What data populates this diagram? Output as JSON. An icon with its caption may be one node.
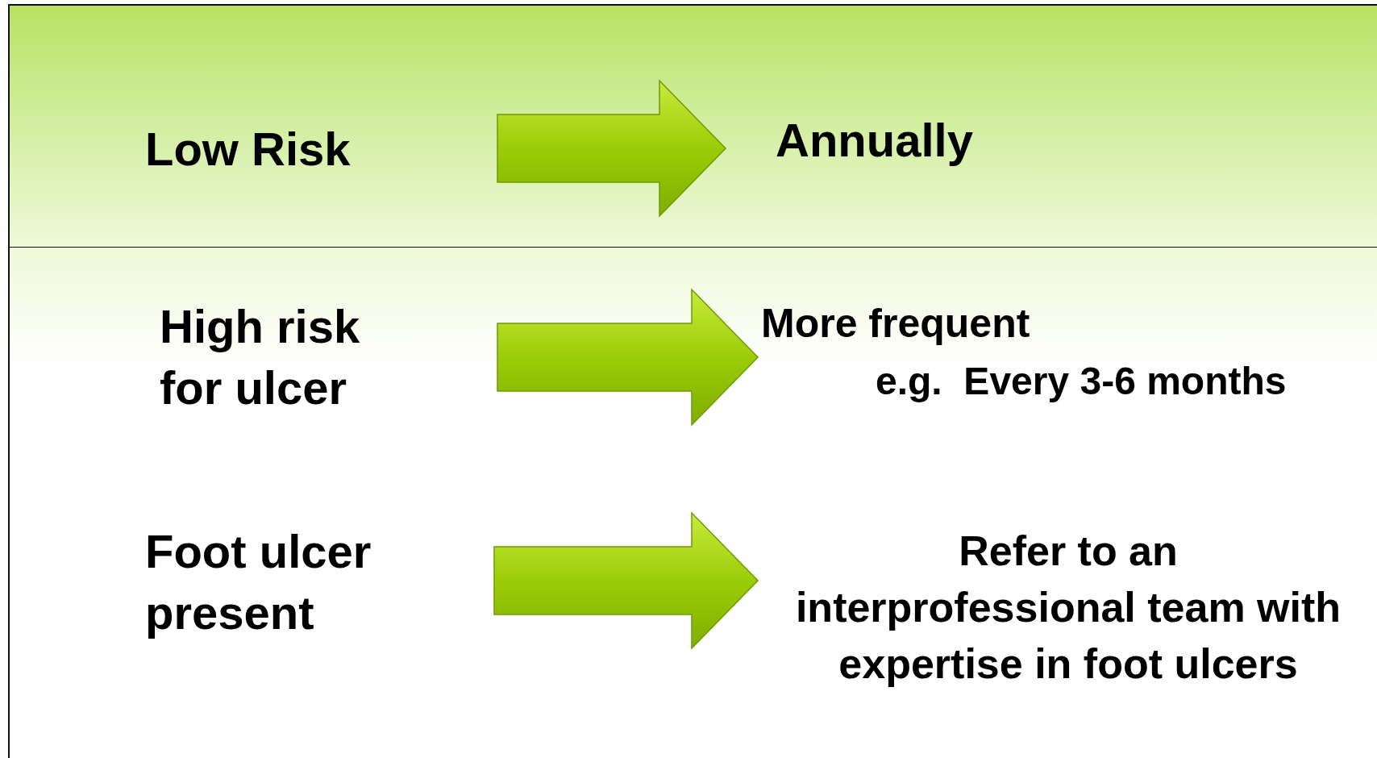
{
  "diagram": {
    "nodes": [
      {
        "text": [
          "Low Risk"
        ]
      },
      {
        "text": [
          "Annually"
        ]
      },
      {
        "text": [
          "High risk for ulcer"
        ]
      },
      {
        "text": [
          "More frequent",
          "e.g.  Every 3-6 months"
        ]
      },
      {
        "text": [
          "Foot ulcer present"
        ]
      },
      {
        "text": [
          "Refer to an interprofessional team with expertise in foot ulcers"
        ]
      }
    ],
    "edges": [
      {
        "from": 0,
        "to": 1,
        "arrow": "to"
      },
      {
        "from": 2,
        "to": 3,
        "arrow": "to"
      },
      {
        "from": 4,
        "to": 5,
        "arrow": "to"
      }
    ]
  }
}
